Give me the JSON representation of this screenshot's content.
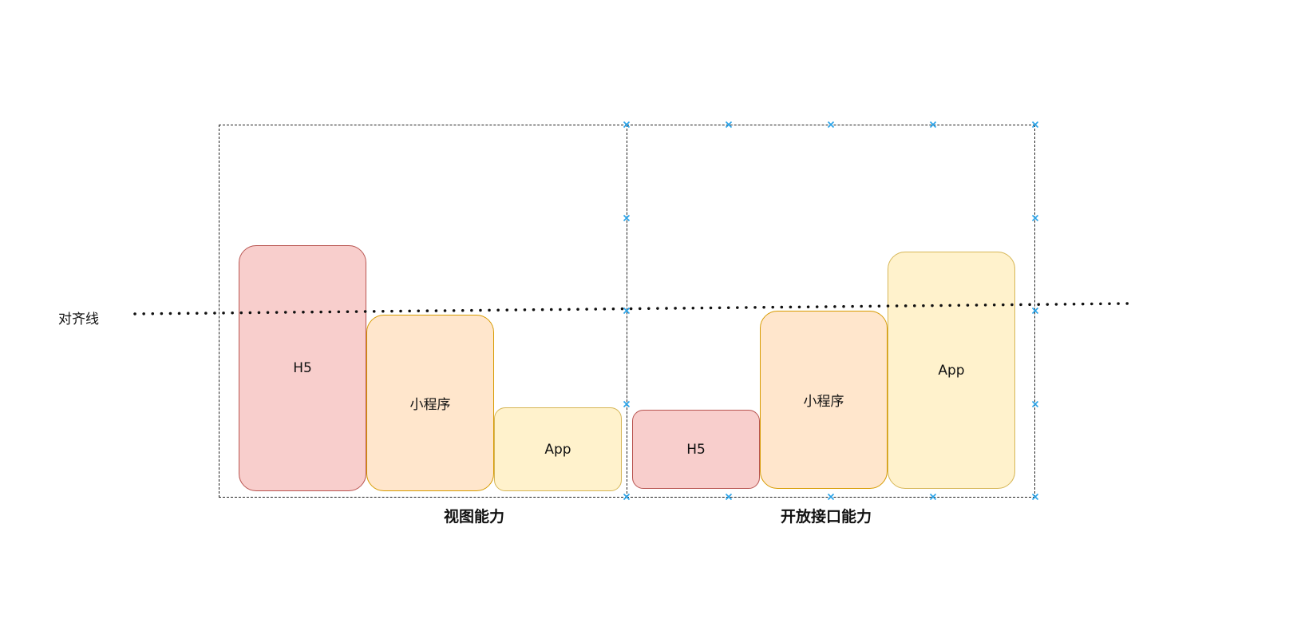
{
  "alignment": {
    "label": "对齐线"
  },
  "panels": [
    {
      "title": "视图能力",
      "boxes": [
        {
          "label": "H5",
          "kind": "h5"
        },
        {
          "label": "小程序",
          "kind": "miniprogram"
        },
        {
          "label": "App",
          "kind": "app"
        }
      ]
    },
    {
      "title": "开放接口能力",
      "boxes": [
        {
          "label": "H5",
          "kind": "h5"
        },
        {
          "label": "小程序",
          "kind": "miniprogram"
        },
        {
          "label": "App",
          "kind": "app"
        }
      ]
    }
  ],
  "colors": {
    "h5_fill": "#f8cecc",
    "h5_stroke": "#b85450",
    "miniprogram_fill": "#ffe6cc",
    "miniprogram_stroke": "#d79b00",
    "app_fill": "#fff2cc",
    "app_stroke": "#d6b656",
    "handle": "#29a3e8"
  }
}
